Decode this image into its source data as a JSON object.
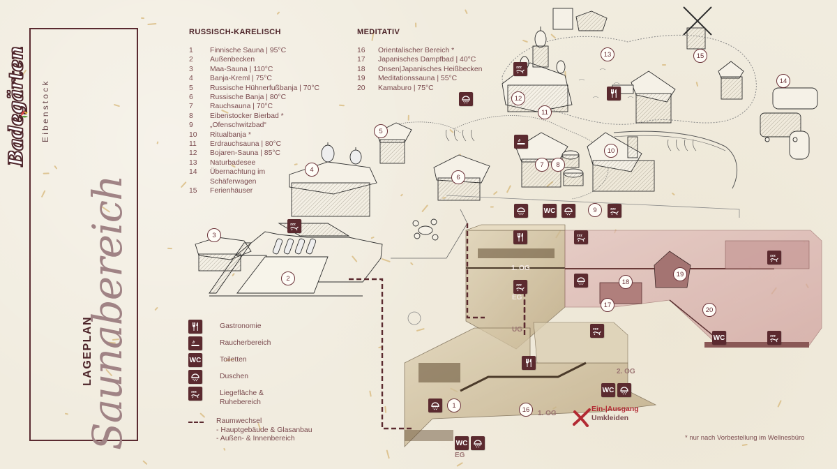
{
  "brand": {
    "name": "Badegärten",
    "location": "Eibenstock"
  },
  "title": {
    "prefix": "LAGEPLAN",
    "main": "Saunabereich"
  },
  "sections": [
    {
      "heading": "RUSSISCH-KARELISCH",
      "items": [
        {
          "num": "1",
          "label": "Finnische Sauna | 95°C"
        },
        {
          "num": "2",
          "label": "Außenbecken"
        },
        {
          "num": "3",
          "label": "Maa-Sauna | 110°C"
        },
        {
          "num": "4",
          "label": "Banja-Kreml | 75°C"
        },
        {
          "num": "5",
          "label": "Russische Hühnerfußbanja | 70°C"
        },
        {
          "num": "6",
          "label": "Russische Banja | 80°C"
        },
        {
          "num": "7",
          "label": "Rauchsauna | 70°C"
        },
        {
          "num": "8",
          "label": "Eibenstocker Bierbad *"
        },
        {
          "num": "9",
          "label": "„Ofenschwitzbad“"
        },
        {
          "num": "10",
          "label": "Ritualbanja *"
        },
        {
          "num": "11",
          "label": "Erdrauchsauna | 80°C"
        },
        {
          "num": "12",
          "label": "Bojaren-Sauna | 85°C"
        },
        {
          "num": "13",
          "label": "Naturbadesee"
        },
        {
          "num": "14",
          "label": "Übernachtung im\nSchäferwagen"
        },
        {
          "num": "15",
          "label": "Ferienhäuser"
        }
      ]
    },
    {
      "heading": "MEDITATIV",
      "items": [
        {
          "num": "16",
          "label": "Orientalischer Bereich *"
        },
        {
          "num": "17",
          "label": "Japanisches Dampfbad | 40°C"
        },
        {
          "num": "18",
          "label": "Onsen|Japanisches Heißbecken"
        },
        {
          "num": "19",
          "label": "Meditationssauna | 55°C"
        },
        {
          "num": "20",
          "label": "Kamaburo | 75°C"
        }
      ]
    }
  ],
  "icon_legend": [
    {
      "icon": "cutlery-icon",
      "label": "Gastronomie"
    },
    {
      "icon": "cigarette-icon",
      "label": "Raucherbereich"
    },
    {
      "icon": "wc-icon",
      "label": "Toiletten",
      "text": "WC"
    },
    {
      "icon": "shower-icon",
      "label": "Duschen"
    },
    {
      "icon": "lounger-icon",
      "label": "Liegefläche &\nRuhebereich"
    }
  ],
  "room_change": {
    "label": "Raumwechsel\n- Hauptgebäude & Glasanbau\n- Außen- & Innenbereich"
  },
  "floors": {
    "og1_upper": "1. OG",
    "eg_upper": "EG",
    "ug": "UG",
    "og2": "2. OG",
    "og1_lower": "1. OG",
    "eg_lower": "EG"
  },
  "entrance": {
    "line1": "Ein-|Ausgang",
    "line2": "Umkleiden"
  },
  "footnote": "* nur nach Vorbestellung im Wellnesbüro",
  "colors": {
    "brand_dark": "#5b2a2f",
    "text": "#7a4a4e",
    "title_script": "#a08385",
    "entrance_red": "#b22a33",
    "paper": "#f1ecdf",
    "meditativ_pink": "#d9b2b0",
    "main_building_tan": "#cdbb98"
  }
}
